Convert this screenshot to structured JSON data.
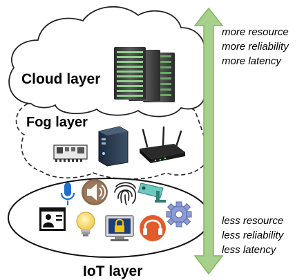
{
  "layers": {
    "cloud": {
      "label": "Cloud layer"
    },
    "fog": {
      "label": "Fog layer"
    },
    "iot": {
      "label": "IoT layer"
    }
  },
  "arrow": {
    "color": "#a8d08d",
    "stroke_color": "#7fb85d",
    "top_labels": [
      "more resource",
      "more reliability",
      "more latency"
    ],
    "bottom_labels": [
      "less resource",
      "less reliability",
      "less latency"
    ]
  },
  "icons": {
    "cloud": [
      "server-rack-icon"
    ],
    "fog": [
      "network-card-icon",
      "tower-computer-icon",
      "wireless-router-icon"
    ],
    "iot": [
      "microphone-icon",
      "speaker-icon",
      "fingerprint-icon",
      "cctv-camera-icon",
      "contact-card-icon",
      "light-bulb-icon",
      "lock-monitor-icon",
      "headphones-icon",
      "gear-icon"
    ]
  }
}
